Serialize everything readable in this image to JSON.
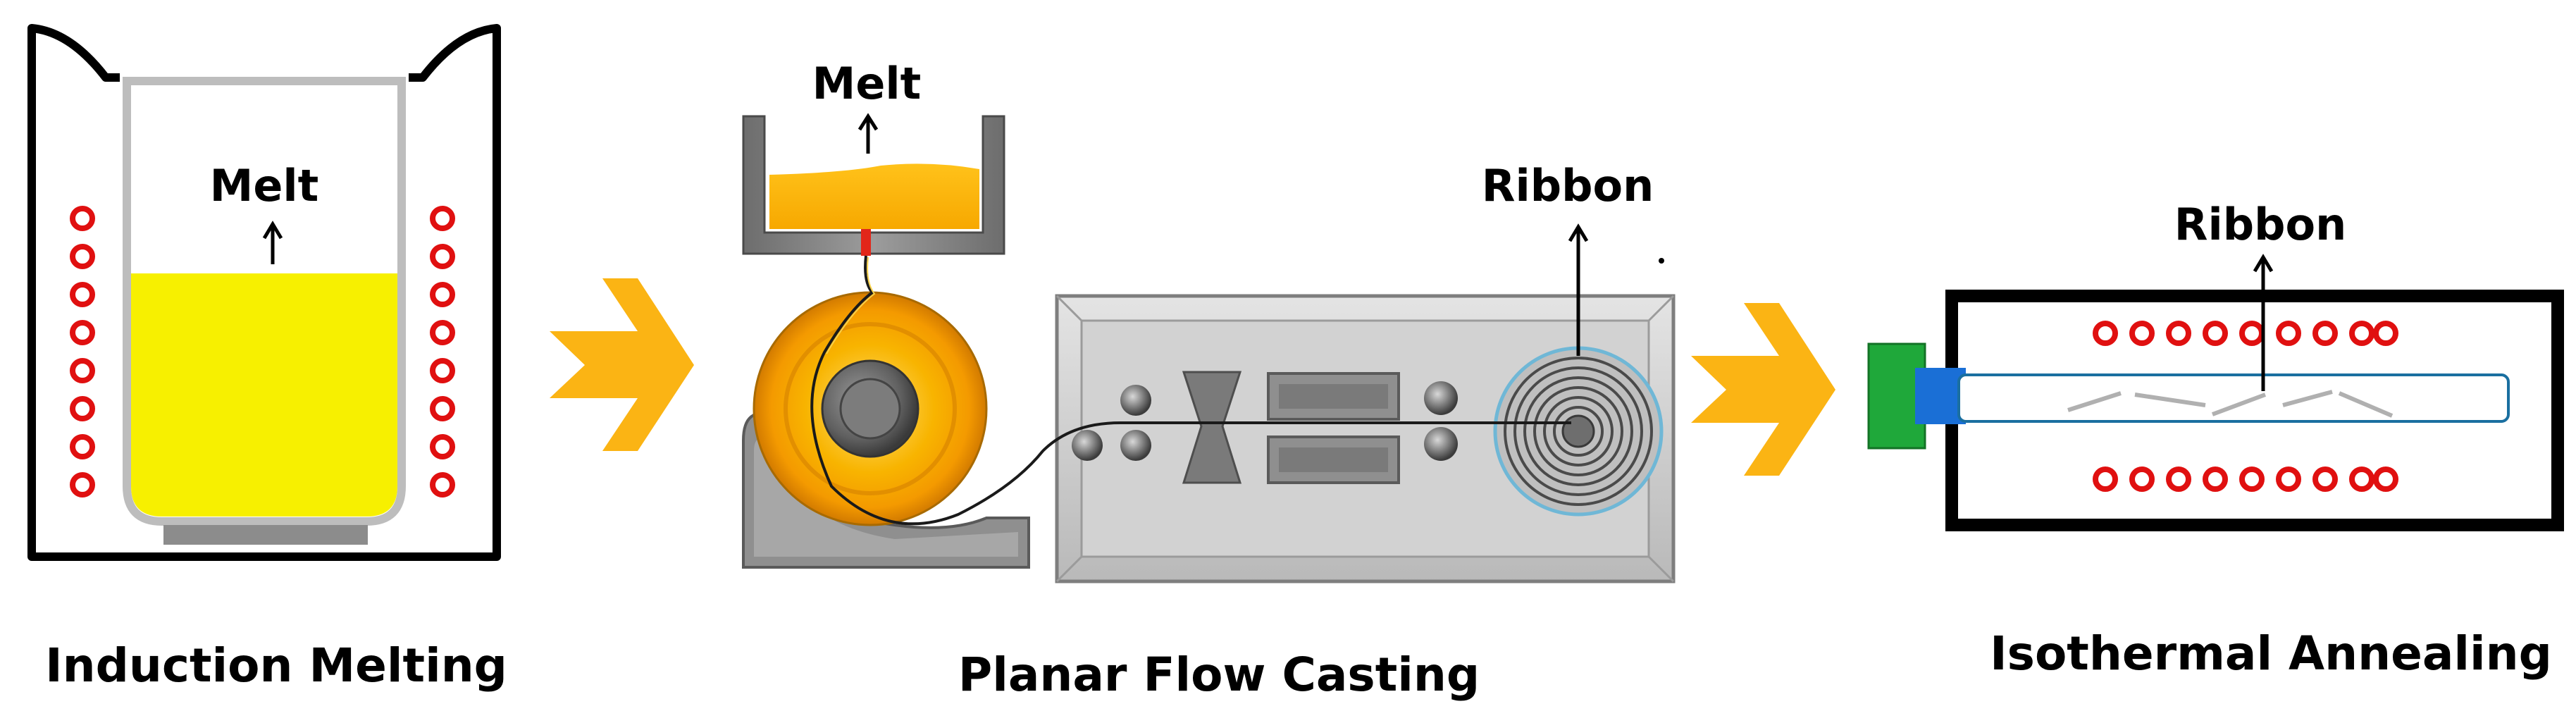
{
  "stages": {
    "melting": {
      "caption": "Induction Melting",
      "melt_label": "Melt"
    },
    "casting": {
      "caption": "Planar Flow Casting",
      "melt_label": "Melt",
      "ribbon_label": "Ribbon"
    },
    "annealing": {
      "caption": "Isothermal Annealing",
      "ribbon_label": "Ribbon"
    }
  },
  "colors": {
    "melt_yellow": "#f7f000",
    "arrow_orange": "#fbb414",
    "coil_red": "#e01010",
    "wheel_orange": "#f6a800",
    "machine_gray": "#cfcfcf",
    "furnace_green": "#1fa83a",
    "furnace_blue": "#1a6fd6",
    "tube_outline": "#1a6fa0"
  },
  "icons": {
    "process_arrow": "chevron-arrow-icon",
    "heating_coil": "coil-ring-icon"
  }
}
